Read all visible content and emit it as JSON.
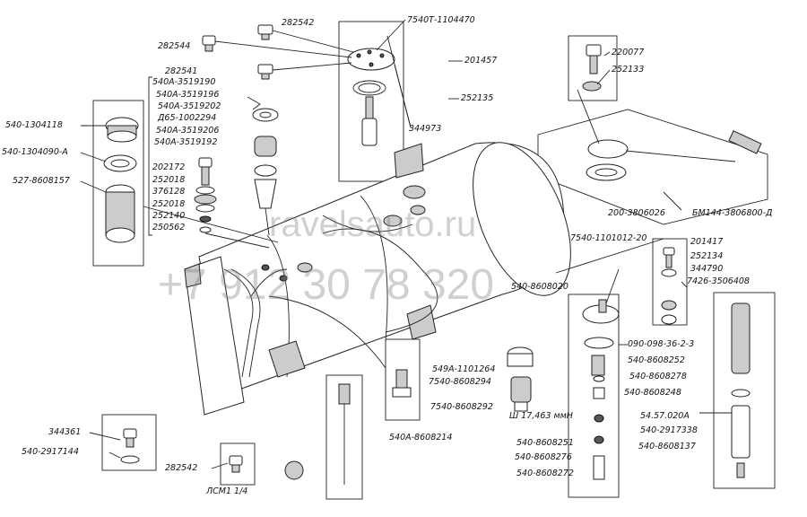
{
  "watermark": {
    "site": "ravelsauto.ru",
    "phone": "+7 912 30 78 320"
  },
  "labels": [
    {
      "id": "l1",
      "text": "282542"
    },
    {
      "id": "l2",
      "text": "7540Т-1104470"
    },
    {
      "id": "l3",
      "text": "282544"
    },
    {
      "id": "l4",
      "text": "282541"
    },
    {
      "id": "l5",
      "text": "540А-3519190"
    },
    {
      "id": "l6",
      "text": "540А-3519196"
    },
    {
      "id": "l7",
      "text": "540А-3519202"
    },
    {
      "id": "l8",
      "text": "Д65-1002294"
    },
    {
      "id": "l9",
      "text": "540А-3519206"
    },
    {
      "id": "l10",
      "text": "540А-3519192"
    },
    {
      "id": "l11",
      "text": "201457"
    },
    {
      "id": "l12",
      "text": "252135"
    },
    {
      "id": "l13",
      "text": "344973"
    },
    {
      "id": "l14",
      "text": "220077"
    },
    {
      "id": "l15",
      "text": "252133"
    },
    {
      "id": "l16",
      "text": "540-1304118"
    },
    {
      "id": "l17",
      "text": "540-1304090-А"
    },
    {
      "id": "l18",
      "text": "527-8608157"
    },
    {
      "id": "l19",
      "text": "202172"
    },
    {
      "id": "l20",
      "text": "252018"
    },
    {
      "id": "l21",
      "text": "376128"
    },
    {
      "id": "l22",
      "text": "252018"
    },
    {
      "id": "l23",
      "text": "252140"
    },
    {
      "id": "l24",
      "text": "250562"
    },
    {
      "id": "l25",
      "text": "200-3806026"
    },
    {
      "id": "l26",
      "text": "БМ144-3806800-Д"
    },
    {
      "id": "l27",
      "text": "7540-1101012-20"
    },
    {
      "id": "l28",
      "text": "201417"
    },
    {
      "id": "l29",
      "text": "252134"
    },
    {
      "id": "l30",
      "text": "344790"
    },
    {
      "id": "l31",
      "text": "7426-3506408"
    },
    {
      "id": "l32",
      "text": "540-8608020"
    },
    {
      "id": "l33",
      "text": "090-098-36-2-3"
    },
    {
      "id": "l34",
      "text": "540-8608252"
    },
    {
      "id": "l35",
      "text": "540-8608278"
    },
    {
      "id": "l36",
      "text": "540-8608248"
    },
    {
      "id": "l37",
      "text": "Ш 17,463 ммН"
    },
    {
      "id": "l38",
      "text": "540-8608251"
    },
    {
      "id": "l39",
      "text": "540-8608276"
    },
    {
      "id": "l40",
      "text": "540-8608272"
    },
    {
      "id": "l41",
      "text": "54.57.020А"
    },
    {
      "id": "l42",
      "text": "540-2917338"
    },
    {
      "id": "l43",
      "text": "540-8608137"
    },
    {
      "id": "l44",
      "text": "549А-1101264"
    },
    {
      "id": "l45",
      "text": "7540-8608294"
    },
    {
      "id": "l46",
      "text": "7540-8608292"
    },
    {
      "id": "l47",
      "text": "540А-8608214"
    },
    {
      "id": "l48",
      "text": "344361"
    },
    {
      "id": "l49",
      "text": "540-2917144"
    },
    {
      "id": "l50",
      "text": "282542"
    },
    {
      "id": "l51",
      "text": "ЛСМ1 1/4"
    }
  ]
}
